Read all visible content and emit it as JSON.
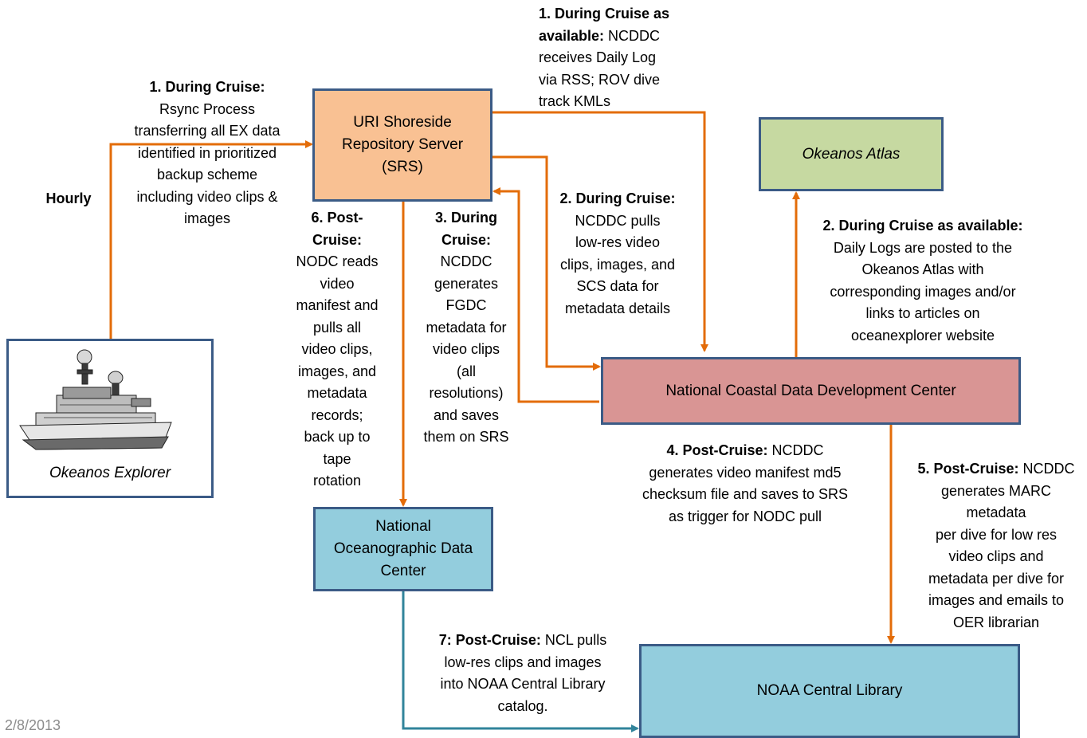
{
  "nodes": {
    "srs": {
      "lines": [
        "URI  Shoreside",
        "Repository Server",
        "(SRS)"
      ],
      "color": "#f9c193"
    },
    "atlas": {
      "lines": [
        "Okeanos Atlas"
      ],
      "color": "#c6d9a1"
    },
    "explorer": {
      "caption": "Okeanos Explorer"
    },
    "ncddc": {
      "lines": [
        "National Coastal Data Development Center"
      ],
      "color": "#d99594"
    },
    "nodc": {
      "lines": [
        "National",
        "Oceanographic Data",
        "Center"
      ],
      "color": "#93cddd"
    },
    "ncl": {
      "lines": [
        "NOAA Central Library"
      ],
      "color": "#93cddd"
    }
  },
  "labels": {
    "hourly": {
      "lines": [
        {
          "b": "Hourly",
          "t": ""
        }
      ]
    },
    "rsync": {
      "lines": [
        {
          "b": "1. During Cruise:",
          "t": ""
        },
        {
          "b": "",
          "t": "Rsync Process"
        },
        {
          "b": "",
          "t": "transferring all EX data"
        },
        {
          "b": "",
          "t": "identified in prioritized"
        },
        {
          "b": "",
          "t": "backup scheme"
        },
        {
          "b": "",
          "t": "including video clips &"
        },
        {
          "b": "",
          "t": "images"
        }
      ]
    },
    "daily_rss": {
      "lines": [
        {
          "b": "1. During Cruise as",
          "t": ""
        },
        {
          "b": "available:",
          "t": "  NCDDC"
        },
        {
          "b": "",
          "t": "receives Daily Log"
        },
        {
          "b": "",
          "t": "via RSS; ROV dive"
        },
        {
          "b": "",
          "t": "track KMLs"
        }
      ]
    },
    "pulls_lowres": {
      "lines": [
        {
          "b": "2.  During Cruise:",
          "t": ""
        },
        {
          "b": "",
          "t": "NCDDC pulls"
        },
        {
          "b": "",
          "t": "low-res video"
        },
        {
          "b": "",
          "t": "clips, images, and"
        },
        {
          "b": "",
          "t": "SCS data for"
        },
        {
          "b": "",
          "t": "metadata details"
        }
      ]
    },
    "atlas_post": {
      "lines": [
        {
          "b": "2. During Cruise as available:",
          "t": ""
        },
        {
          "b": "",
          "t": "Daily Logs are posted to the"
        },
        {
          "b": "",
          "t": "Okeanos Atlas with"
        },
        {
          "b": "",
          "t": "corresponding images and/or"
        },
        {
          "b": "",
          "t": "links to articles on"
        },
        {
          "b": "",
          "t": "oceanexplorer website"
        }
      ]
    },
    "fgdc": {
      "lines": [
        {
          "b": "3. During",
          "t": ""
        },
        {
          "b": "Cruise:",
          "t": ""
        },
        {
          "b": "",
          "t": "NCDDC"
        },
        {
          "b": "",
          "t": "generates"
        },
        {
          "b": "",
          "t": "FGDC"
        },
        {
          "b": "",
          "t": "metadata for"
        },
        {
          "b": "",
          "t": "video clips"
        },
        {
          "b": "",
          "t": "(all"
        },
        {
          "b": "",
          "t": "resolutions)"
        },
        {
          "b": "",
          "t": "and saves"
        },
        {
          "b": "",
          "t": "them on SRS"
        }
      ]
    },
    "nodc_reads": {
      "lines": [
        {
          "b": "6. Post-",
          "t": ""
        },
        {
          "b": "Cruise:",
          "t": ""
        },
        {
          "b": "",
          "t": "NODC reads"
        },
        {
          "b": "",
          "t": "video"
        },
        {
          "b": "",
          "t": "manifest and"
        },
        {
          "b": "",
          "t": "pulls all"
        },
        {
          "b": "",
          "t": "video clips,"
        },
        {
          "b": "",
          "t": "images, and"
        },
        {
          "b": "",
          "t": "metadata"
        },
        {
          "b": "",
          "t": "records;"
        },
        {
          "b": "",
          "t": "back up to"
        },
        {
          "b": "",
          "t": "tape"
        },
        {
          "b": "",
          "t": "rotation"
        }
      ]
    },
    "manifest": {
      "lines": [
        {
          "b": "4. Post-Cruise:",
          "t": " NCDDC"
        },
        {
          "b": "",
          "t": "generates video manifest md5"
        },
        {
          "b": "",
          "t": "checksum file and saves to SRS"
        },
        {
          "b": "",
          "t": "as trigger for NODC pull"
        }
      ]
    },
    "marc": {
      "lines": [
        {
          "b": "5. Post-Cruise:",
          "t": " NCDDC"
        },
        {
          "b": "",
          "t": "generates MARC"
        },
        {
          "b": "",
          "t": "metadata"
        },
        {
          "b": "",
          "t": "per dive for low res"
        },
        {
          "b": "",
          "t": "video clips and"
        },
        {
          "b": "",
          "t": "metadata per dive for"
        },
        {
          "b": "",
          "t": "images and emails to"
        },
        {
          "b": "",
          "t": "OER librarian"
        }
      ]
    },
    "ncl_pulls": {
      "lines": [
        {
          "b": "7: Post-Cruise:",
          "t": " NCL pulls"
        },
        {
          "b": "",
          "t": "low-res clips and images"
        },
        {
          "b": "",
          "t": "into NOAA Central Library"
        },
        {
          "b": "",
          "t": "catalog."
        }
      ]
    }
  },
  "footer": {
    "date": "2/8/2013"
  },
  "colors": {
    "orange_arrow": "#e36c09",
    "teal_arrow": "#31849b",
    "box_border": "#3b5b86"
  }
}
